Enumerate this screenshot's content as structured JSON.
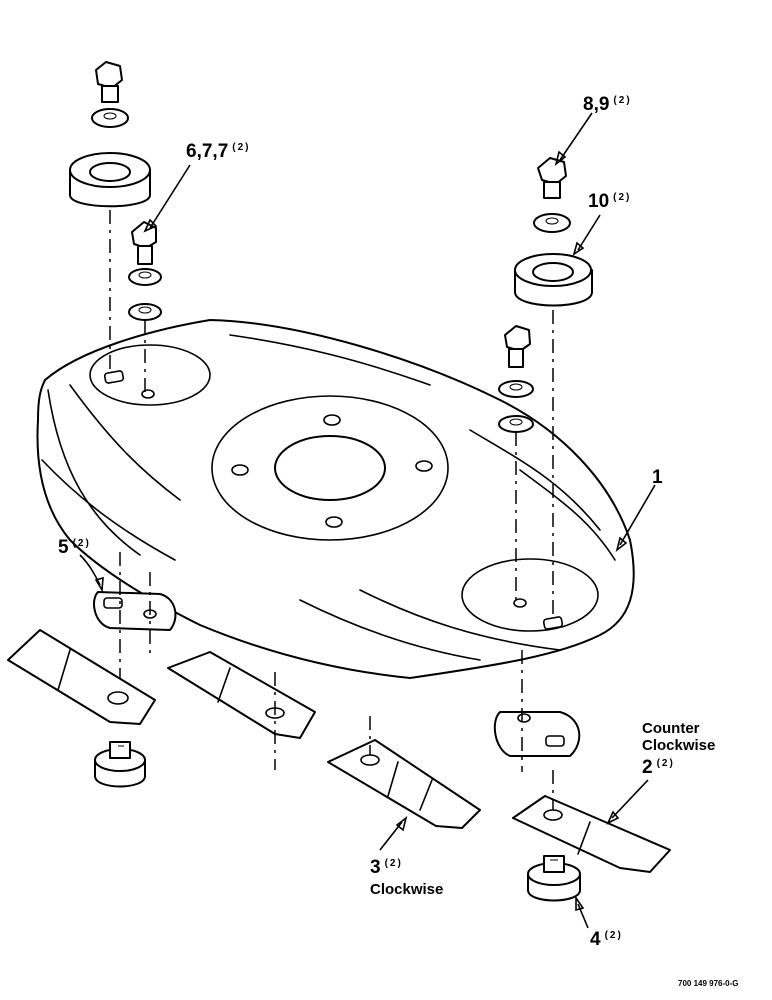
{
  "callouts": [
    {
      "id": "1",
      "num": "1",
      "qty": ""
    },
    {
      "id": "2",
      "num": "2",
      "qty": "(2)",
      "note": "Counter\nClockwise"
    },
    {
      "id": "3",
      "num": "3",
      "qty": "(2)",
      "note": "Clockwise"
    },
    {
      "id": "4",
      "num": "4",
      "qty": "(2)"
    },
    {
      "id": "5",
      "num": "5",
      "qty": "(2)"
    },
    {
      "id": "6",
      "num": "6,7,7",
      "qty": "(2)"
    },
    {
      "id": "8",
      "num": "8,9",
      "qty": "(2)"
    },
    {
      "id": "10",
      "num": "10",
      "qty": "(2)"
    }
  ],
  "drawing_number": "700 149 976-0-G"
}
